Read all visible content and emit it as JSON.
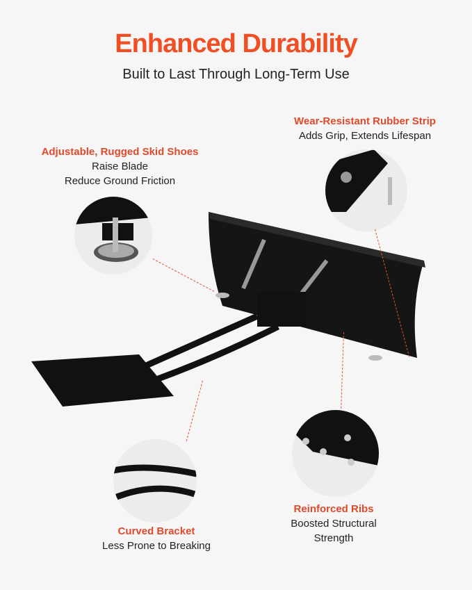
{
  "header": {
    "title": "Enhanced Durability",
    "subtitle": "Built to Last Through Long-Term Use"
  },
  "callouts": [
    {
      "heading": "Adjustable, Rugged Skid Shoes",
      "lines": [
        "Raise Blade",
        "Reduce Ground Friction"
      ]
    },
    {
      "heading": "Wear-Resistant Rubber Strip",
      "lines": [
        "Adds Grip, Extends Lifespan"
      ]
    },
    {
      "heading": "Curved Bracket",
      "lines": [
        "Less Prone to Breaking"
      ]
    },
    {
      "heading": "Reinforced Ribs",
      "lines": [
        "Boosted Structural",
        "Strength"
      ]
    }
  ],
  "colors": {
    "accent": "#f04e23",
    "background": "#f6f6f6",
    "text": "#222222"
  }
}
